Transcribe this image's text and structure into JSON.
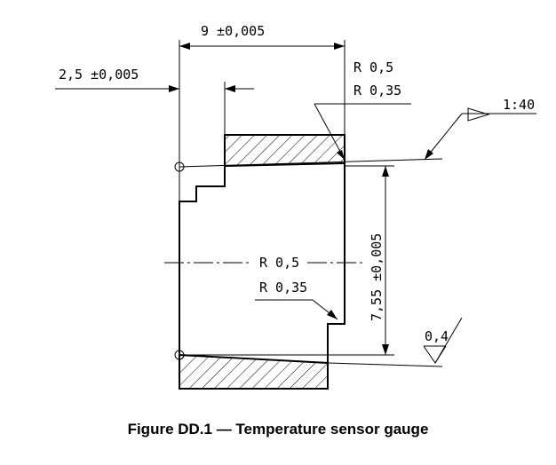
{
  "drawing": {
    "dim_width": "9 ±0,005",
    "dim_offset": "2,5 ±0,005",
    "radius_top_1": "R 0,5",
    "radius_top_2": "R 0,35",
    "taper": "1:40",
    "dim_height": "7,55 ±0,005",
    "radius_mid_1": "R 0,5",
    "radius_mid_2": "R 0,35",
    "roughness": "0,4"
  },
  "caption": "Figure DD.1 — Temperature sensor gauge"
}
